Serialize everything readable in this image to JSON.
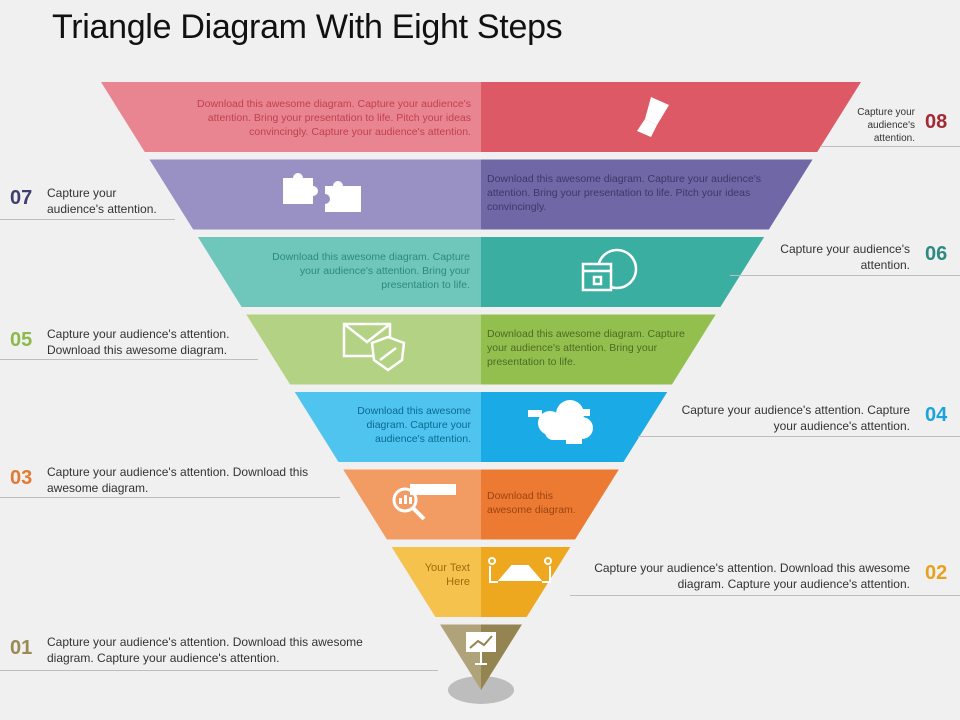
{
  "title": "Triangle Diagram With Eight Steps",
  "steps": [
    {
      "number": "08",
      "color_left": "#e98590",
      "color_right": "#de5966",
      "num_color": "#a32a34",
      "band_text": "Download this awesome diagram. Capture your audience's attention. Bring your presentation to life. Pitch your ideas convincingly. Capture your audience's attention.",
      "callout": "Capture your audience's attention.",
      "icon": "flashlight-icon"
    },
    {
      "number": "07",
      "color_left": "#9990c4",
      "color_right": "#7067a6",
      "num_color": "#3f3f6f",
      "band_text": "Download this awesome diagram. Capture your audience's attention. Bring your presentation to life. Pitch your ideas convincingly.",
      "callout": "Capture your audience's attention.",
      "icon": "puzzle-icon"
    },
    {
      "number": "06",
      "color_left": "#6fc7bb",
      "color_right": "#3aaea0",
      "num_color": "#2e8a80",
      "band_text": "Download this awesome diagram. Capture your audience's attention. Bring your presentation to life.",
      "callout": "Capture your audience's attention.",
      "icon": "calendar-clock-icon"
    },
    {
      "number": "05",
      "color_left": "#b3d283",
      "color_right": "#93bf4f",
      "num_color": "#8db94a",
      "band_text": "Download this awesome diagram. Capture your audience's attention. Bring your presentation to life.",
      "callout": "Capture your audience's attention. Download this awesome diagram.",
      "icon": "mail-shield-icon"
    },
    {
      "number": "04",
      "color_left": "#4ec4ef",
      "color_right": "#1aaae6",
      "num_color": "#1aa3dc",
      "band_text": "Download this awesome diagram. Capture your audience's attention.",
      "callout": "Capture your audience's attention. Capture your audience's attention.",
      "icon": "cloud-icon"
    },
    {
      "number": "03",
      "color_left": "#f29b63",
      "color_right": "#ec7a33",
      "num_color": "#e07a35",
      "band_text": "Download this awesome diagram.",
      "callout": "Capture your audience's attention. Download this awesome diagram.",
      "icon": "analysis-icon"
    },
    {
      "number": "02",
      "color_left": "#f6c24e",
      "color_right": "#eea81f",
      "num_color": "#e6a21e",
      "band_text": "Your Text Here",
      "callout": "Capture your audience's attention. Download this awesome diagram. Capture your audience's attention.",
      "icon": "meeting-table-icon"
    },
    {
      "number": "01",
      "color_left": "#b0a279",
      "color_right": "#948451",
      "num_color": "#9a8a56",
      "band_text": "",
      "callout": "Capture your audience's attention. Download this awesome diagram. Capture your audience's attention.",
      "icon": "presentation-board-icon"
    }
  ]
}
